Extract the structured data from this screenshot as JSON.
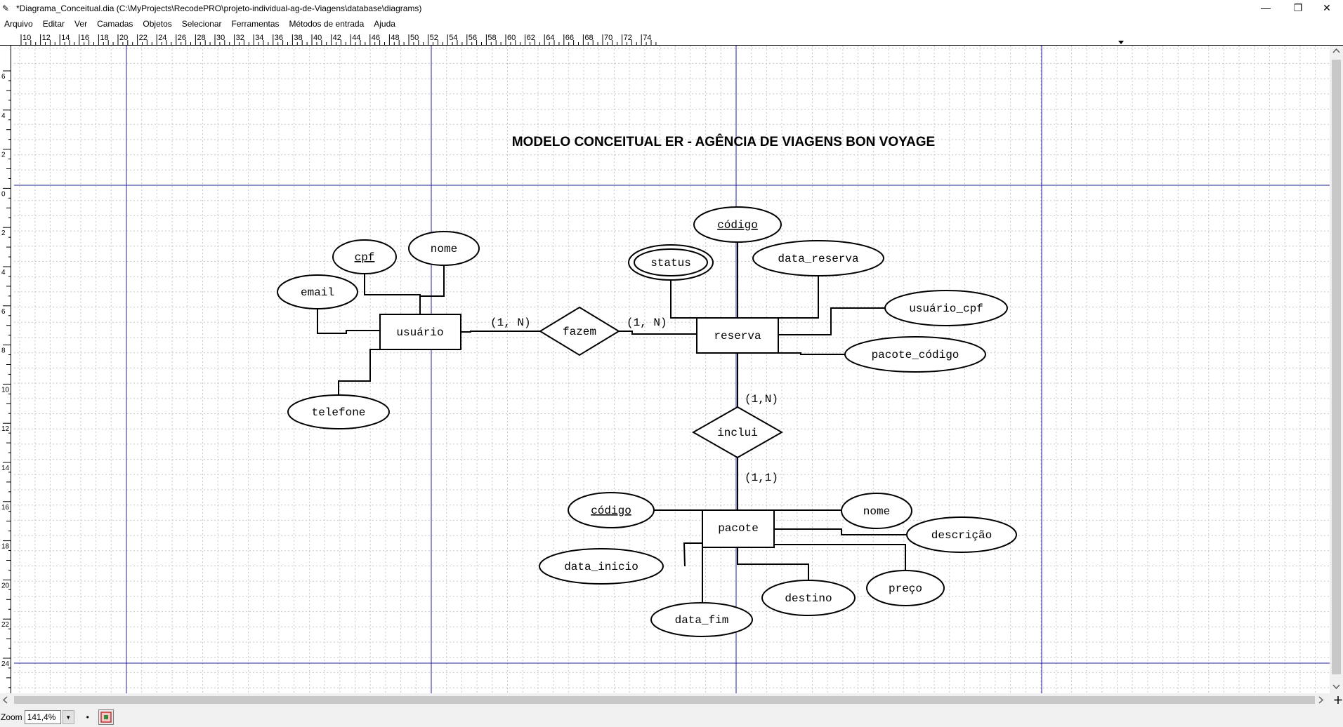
{
  "window": {
    "title": "*Diagrama_Conceitual.dia (C:\\MyProjects\\RecodePRO\\projeto-individual-ag-de-Viagens\\database\\diagrams)",
    "app_icon": "dia-icon",
    "minimize_glyph": "—",
    "maximize_glyph": "❐",
    "close_glyph": "✕"
  },
  "menu": [
    "Arquivo",
    "Editar",
    "Ver",
    "Camadas",
    "Objetos",
    "Selecionar",
    "Ferramentas",
    "Métodos de entrada",
    "Ajuda"
  ],
  "ruler": {
    "h_labels": [
      "10",
      "12",
      "14",
      "16",
      "18",
      "20",
      "22",
      "24",
      "26",
      "28",
      "30",
      "32",
      "34",
      "36",
      "38",
      "40",
      "42",
      "44",
      "46",
      "48",
      "50",
      "52",
      "54",
      "56",
      "58",
      "60",
      "62",
      "64",
      "66",
      "68",
      "70",
      "72",
      "74"
    ],
    "v_labels": [
      "6",
      "4",
      "2",
      "0",
      "2",
      "4",
      "6",
      "8",
      "10",
      "12",
      "14",
      "16",
      "18",
      "20",
      "22",
      "24"
    ]
  },
  "diagram": {
    "title": "MODELO CONCEITUAL ER - AGÊNCIA DE VIAGENS BON VOYAGE",
    "entities": {
      "usuario": "usuário",
      "reserva": "reserva",
      "pacote": "pacote"
    },
    "relationships": {
      "fazem": "fazem",
      "inclui": "inclui"
    },
    "cardinalities": {
      "usuario_fazem": "(1, N)",
      "fazem_reserva": "(1, N)",
      "reserva_inclui": "(1,N)",
      "inclui_pacote": "(1,1)"
    },
    "attributes": {
      "usuario": {
        "cpf": "cpf",
        "nome": "nome",
        "email": "email",
        "telefone": "telefone"
      },
      "reserva": {
        "codigo": "código",
        "status": "status",
        "data_reserva": "data_reserva",
        "usuario_cpf": "usuário_cpf",
        "pacote_codigo": "pacote_código"
      },
      "pacote": {
        "codigo": "código",
        "nome": "nome",
        "descricao": "descrição",
        "data_inicio": "data_inicio",
        "data_fim": "data_fim",
        "destino": "destino",
        "preco": "preço"
      }
    }
  },
  "statusbar": {
    "zoom_label": "Zoom",
    "zoom_value": "141,4%",
    "zoom_arrow": "▼",
    "grid_glyph": "•"
  },
  "colors": {
    "guide": "#2020a0",
    "grid": "#c8c8c8",
    "stroke": "#000000"
  }
}
